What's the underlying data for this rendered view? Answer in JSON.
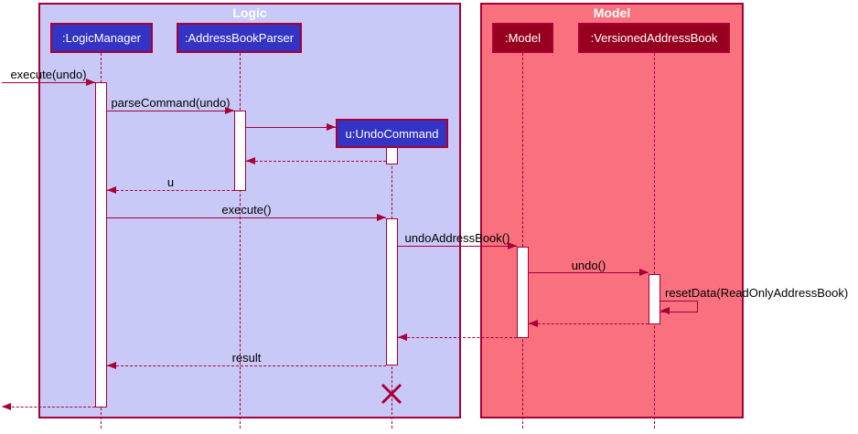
{
  "diagram": {
    "type": "uml-sequence-diagram",
    "frames": [
      {
        "title": "Logic"
      },
      {
        "title": "Model"
      }
    ],
    "participants": [
      {
        "label": ":LogicManager",
        "frame": "Logic"
      },
      {
        "label": ":AddressBookParser",
        "frame": "Logic"
      },
      {
        "label": "u:UndoCommand",
        "frame": "Logic",
        "created_during_sequence": true,
        "destroyed_during_sequence": true
      },
      {
        "label": ":Model",
        "frame": "Model"
      },
      {
        "label": ":VersionedAddressBook",
        "frame": "Model"
      }
    ],
    "messages": [
      {
        "label": "execute(undo)",
        "from": "external",
        "to": ":LogicManager",
        "kind": "sync"
      },
      {
        "label": "parseCommand(undo)",
        "from": ":LogicManager",
        "to": ":AddressBookParser",
        "kind": "sync"
      },
      {
        "label": "",
        "from": ":AddressBookParser",
        "to": "u:UndoCommand",
        "kind": "create"
      },
      {
        "label": "",
        "from": "u:UndoCommand",
        "to": ":AddressBookParser",
        "kind": "return"
      },
      {
        "label": "u",
        "from": ":AddressBookParser",
        "to": ":LogicManager",
        "kind": "return"
      },
      {
        "label": "execute()",
        "from": ":LogicManager",
        "to": "u:UndoCommand",
        "kind": "sync"
      },
      {
        "label": "undoAddressBook()",
        "from": "u:UndoCommand",
        "to": ":Model",
        "kind": "sync"
      },
      {
        "label": "undo()",
        "from": ":Model",
        "to": ":VersionedAddressBook",
        "kind": "sync"
      },
      {
        "label": "resetData(ReadOnlyAddressBook)",
        "from": ":VersionedAddressBook",
        "to": ":VersionedAddressBook",
        "kind": "self"
      },
      {
        "label": "",
        "from": ":VersionedAddressBook",
        "to": ":Model",
        "kind": "return"
      },
      {
        "label": "",
        "from": ":Model",
        "to": "u:UndoCommand",
        "kind": "return"
      },
      {
        "label": "result",
        "from": "u:UndoCommand",
        "to": ":LogicManager",
        "kind": "return"
      },
      {
        "label": "",
        "from": ":LogicManager",
        "to": "external",
        "kind": "return"
      }
    ],
    "colors": {
      "line_and_border": "#A80036",
      "logic_frame_fill": "#C9C9F8",
      "logic_participant_fill": "#3333C4",
      "model_frame_fill": "#F9707F",
      "model_participant_fill": "#96001E",
      "activation_fill": "#FFFFFF",
      "message_text": "#000000",
      "participant_text": "#FFFFFF"
    }
  }
}
